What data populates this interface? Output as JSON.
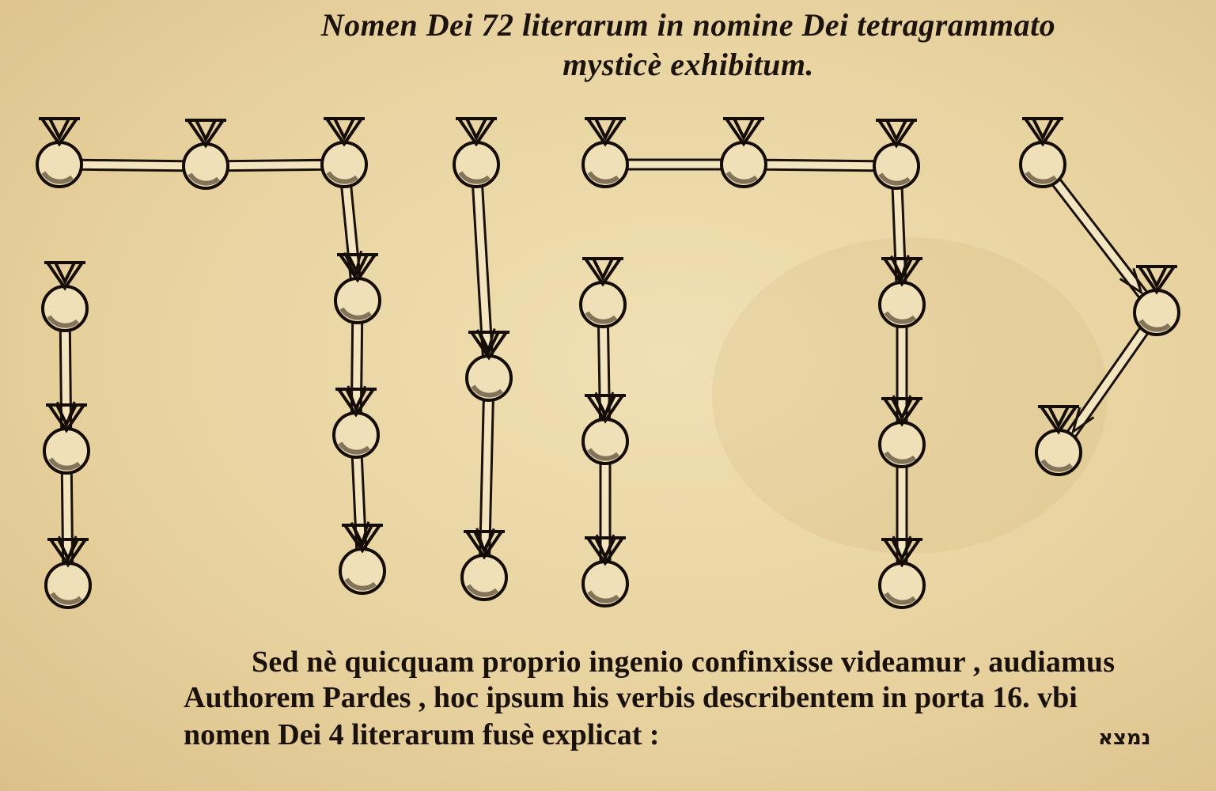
{
  "title": {
    "line1": "Nomen Dei 72 literarum in nomine Dei tetragrammato",
    "line2": "mysticè exhibitum."
  },
  "body": {
    "line1": "Sed nè quicquam proprio ingenio confinxisse videamur , audiamus",
    "line2": "Authorem Pardes , hoc ipsum his verbis describentem in porta 16. vbi",
    "line3": "nomen Dei 4 literarum fusè explicat :"
  },
  "catchword": "נמצא"
}
